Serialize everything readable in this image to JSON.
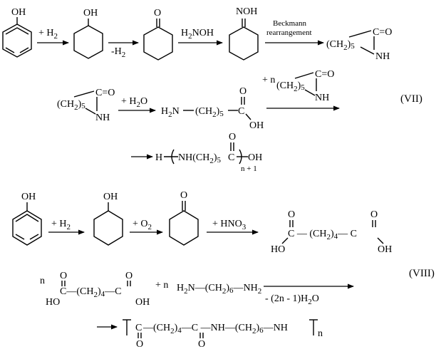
{
  "reaction_vii": {
    "phenol_oh": "OH",
    "plus_h2": "+ H",
    "h2_sub": "2",
    "cyclohexanol_oh": "OH",
    "minus_h2": "-H",
    "minus_h2_sub": "2",
    "ketone_o": "O",
    "nh2oh": "H",
    "nh2oh_sub": "2",
    "nh2oh_rest": "NOH",
    "oxime": "NOH",
    "beckmann_1": "Beckmann",
    "beckmann_2": "rearrangement",
    "caprolactam_o": "C=O",
    "caprolactam_ch2": "(CH",
    "caprolactam_ch2_sub": "2",
    "caprolactam_ch2_close": ")",
    "caprolactam_ch2_n": "5",
    "caprolactam_nh": "NH",
    "plus_h2o": "+ H",
    "plus_h2o_sub": "2",
    "plus_h2o_rest": "O",
    "aminoacid_h2n": "H",
    "aminoacid_h2n_sub": "2",
    "aminoacid_n": "N",
    "aminoacid_mid": "(CH",
    "aminoacid_mid_sub": "2",
    "aminoacid_mid_close": ")",
    "aminoacid_mid_n": "5",
    "aminoacid_c": "C",
    "aminoacid_o": "O",
    "aminoacid_oh": "OH",
    "plus_n": "+ n",
    "polymer_h": "H",
    "polymer_nh": "NH(CH",
    "polymer_sub": "2",
    "polymer_close": ")",
    "polymer_n": "5",
    "polymer_c": "C",
    "polymer_o": "O",
    "polymer_oh": "OH",
    "polymer_repeat": "n + 1",
    "label": "(VII)"
  },
  "reaction_viii": {
    "phenol_oh": "OH",
    "plus_h2": "+ H",
    "h2_sub": "2",
    "cyclohexanol_oh": "OH",
    "plus_o2": "+ O",
    "o2_sub": "2",
    "ketone_o": "O",
    "plus_hno3": "+ HNO",
    "hno3_sub": "3",
    "adipic_o_left": "O",
    "adipic_o_right": "O",
    "adipic_chain": "C — (CH",
    "adipic_sub": "2",
    "adipic_close": ")",
    "adipic_n": "4",
    "adipic_c2": "— C",
    "adipic_ho": "HO",
    "adipic_oh": "OH",
    "n_left": "n",
    "acid_o_left": "O",
    "acid_o_right": "O",
    "acid_chain": "C—(CH",
    "acid_sub": "2",
    "acid_close": ")",
    "acid_n": "4",
    "acid_c2": "—C",
    "acid_ho": "HO",
    "acid_oh": "OH",
    "plus_n": "+ n",
    "diamine_h": "H",
    "diamine_sub1": "2",
    "diamine_mid": "N—(CH",
    "diamine_sub2": "2",
    "diamine_close": ")",
    "diamine_n": "6",
    "diamine_end": "—NH",
    "diamine_sub3": "2",
    "minus_water": "- (2n - 1)H",
    "water_sub": "2",
    "water_o": "O",
    "nylon_c1": "C",
    "nylon_chain": "—(CH",
    "nylon_sub": "2",
    "nylon_close": ")",
    "nylon_n": "4",
    "nylon_c2": "—C —NH—(CH",
    "nylon_sub2": "2",
    "nylon_close2": ")",
    "nylon_n2": "6",
    "nylon_end": "—NH",
    "nylon_o1": "O",
    "nylon_o2": "O",
    "nylon_repeat": "n",
    "label": "(VIII)"
  }
}
